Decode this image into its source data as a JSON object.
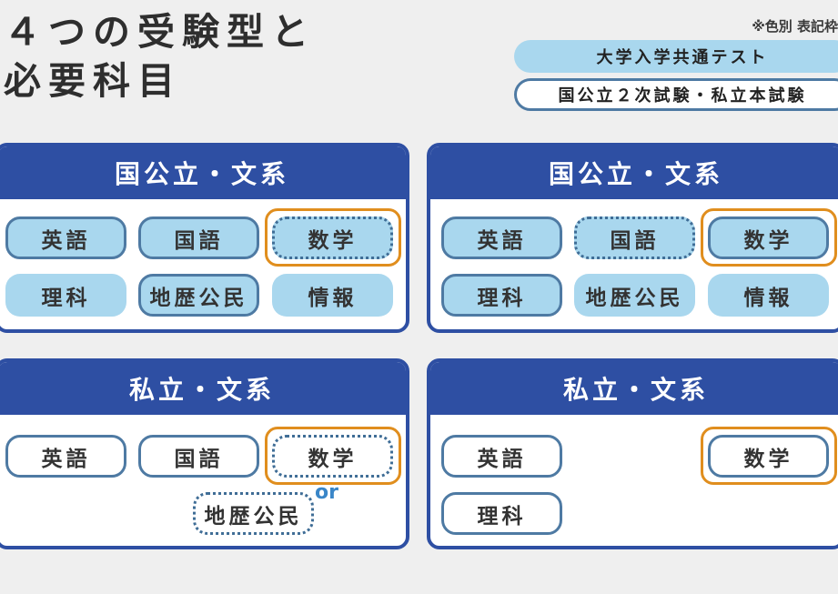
{
  "title": {
    "line1": "４つの受験型と",
    "line2": "必要科目"
  },
  "legend": {
    "note": "※色別 表記枠",
    "common_test": "大学入学共通テスト",
    "second_exam": "国公立２次試験・私立本試験"
  },
  "cards": {
    "national_humanities": {
      "title": "国公立・文系",
      "subjects": {
        "english": "英語",
        "japanese": "国語",
        "math": "数学",
        "science": "理科",
        "social": "地歴公民",
        "info": "情報"
      }
    },
    "national_science": {
      "title": "国公立・文系",
      "subjects": {
        "english": "英語",
        "japanese": "国語",
        "math": "数学",
        "science": "理科",
        "social": "地歴公民",
        "info": "情報"
      }
    },
    "private_humanities": {
      "title": "私立・文系",
      "subjects": {
        "english": "英語",
        "japanese": "国語",
        "math": "数学",
        "social": "地歴公民"
      },
      "or_label": "or"
    },
    "private_science": {
      "title": "私立・文系",
      "subjects": {
        "english": "英語",
        "math": "数学",
        "science": "理科"
      }
    }
  },
  "colors": {
    "header_blue": "#2e4fa3",
    "common_fill": "#a9d7ee",
    "second_border": "#4e7aa3",
    "required_orange": "#e08e1e",
    "or_blue": "#3a86c8"
  }
}
